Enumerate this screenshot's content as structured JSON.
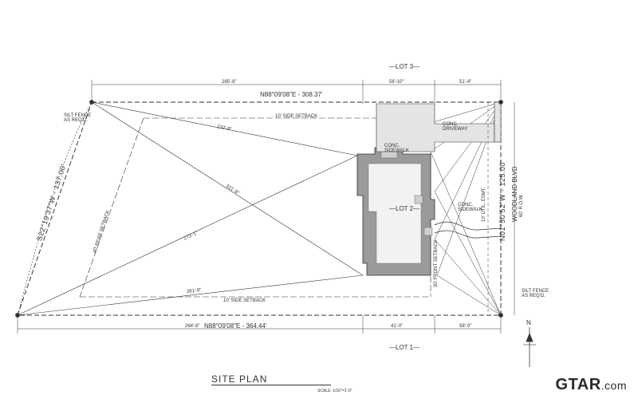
{
  "sheet": {
    "title": "SITE PLAN",
    "scale": "SCALE: 1/16\"=1'-0\""
  },
  "lots": {
    "lot3": "LOT 3",
    "lot2": "LOT 2",
    "lot1": "LOT 1"
  },
  "bearings": {
    "north": "N88°09'08\"E - 308.37'",
    "south": "N88°09'08\"E - 364.44'",
    "west": "S22°19'37\"W - 137.00'",
    "east": "N01°50'52\"W - 125.00'"
  },
  "top_dims": [
    "285'-8\"",
    "56'-10\"",
    "51'-4\""
  ],
  "bottom_dims": [
    "264'-8\"",
    "41'-0\"",
    "58'-0\""
  ],
  "setbacks": {
    "north": "10' SIDE SETBACK",
    "south": "10' SIDE SETBACK",
    "rear": "40' REAR SETBACK",
    "front": "30' FRONT SETBACK"
  },
  "notes": {
    "silt_fence_west": "SILT FENCE AS REQ'D.",
    "silt_fence_east": "SILT FENCE AS REQ'D.",
    "conc_driveway": "CONC. DRIVEWAY",
    "conc_sidewalk_garage": "CONC. SIDEWALK",
    "conc_sidewalk_front": "CONC. SIDEWALK",
    "utility_esmt": "10' UTIL. ESMT.",
    "street_name": "WOODLAND BLVD",
    "street_row": "60' R.O.W."
  },
  "diagonals": [
    "232'-8\"",
    "321'-8\"",
    "273'-1\"",
    "281'-8\""
  ],
  "north_arrow_label": "N",
  "logo": {
    "text": "GTAR",
    "suffix": ".com"
  }
}
